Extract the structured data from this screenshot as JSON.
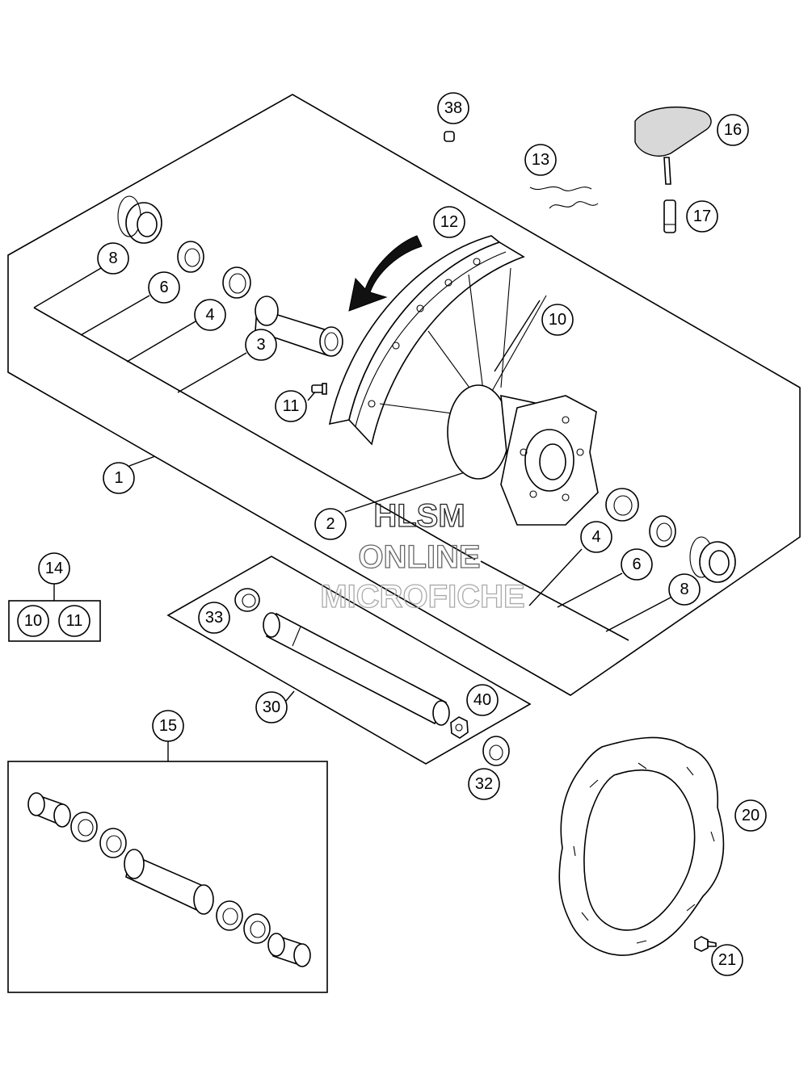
{
  "watermark": {
    "line1": "HLSM",
    "line2": "ONLINE",
    "line3": "MICROFICHE"
  },
  "callouts": {
    "c1": "1",
    "c2": "2",
    "c3": "3",
    "c4a": "4",
    "c4b": "4",
    "c6a": "6",
    "c6b": "6",
    "c8a": "8",
    "c8b": "8",
    "c10a": "10",
    "c10b": "10",
    "c11a": "11",
    "c11b": "11",
    "c12": "12",
    "c13": "13",
    "c14": "14",
    "c15": "15",
    "c16": "16",
    "c17": "17",
    "c20": "20",
    "c21": "21",
    "c30": "30",
    "c32": "32",
    "c33": "33",
    "c38": "38",
    "c40": "40"
  }
}
